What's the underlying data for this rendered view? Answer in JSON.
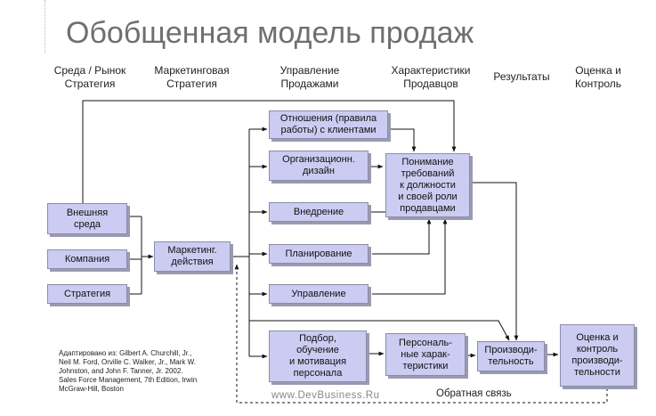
{
  "title": "Обобщенная модель продаж",
  "columns": {
    "c1": "Среда / Рынок\nСтратегия",
    "c2": "Маркетинговая\nСтратегия",
    "c3": "Управление\nПродажами",
    "c4": "Характеристики\nПродавцов",
    "c5": "Результаты",
    "c6": "Оценка и\nКонтроль"
  },
  "boxes": {
    "env": "Внешняя\nсреда",
    "company": "Компания",
    "strategy": "Стратегия",
    "marketing": "Маркетинг.\nдействия",
    "relations": "Отношения (правила\nработы) с клиентами",
    "org_design": "Организационн.\nдизайн",
    "implementation": "Внедрение",
    "planning": "Планирование",
    "management": "Управление",
    "selection": "Подбор,\nобучение\nи мотивация\nперсонала",
    "understanding": "Понимание\nтребований\nк должности\nи своей роли\nпродавцами",
    "personal": "Персональ-\nные харак-\nтеристики",
    "productivity": "Производи-\nтельность",
    "evaluation": "Оценка и\nконтроль\nпроизводи-\nтельности"
  },
  "source_note": "Адаптировано из: Gilbert A. Churchill, Jr.,\nNeil M. Ford, Orville C. Walker, Jr., Mark W.\nJohnston, and John F. Tanner, Jr. 2002.\nSales Force Management, 7th Edition, Irwin\nMcGraw-Hill, Boston",
  "watermark": "www.DevBusiness.Ru",
  "feedback_label": "Обратная связь"
}
